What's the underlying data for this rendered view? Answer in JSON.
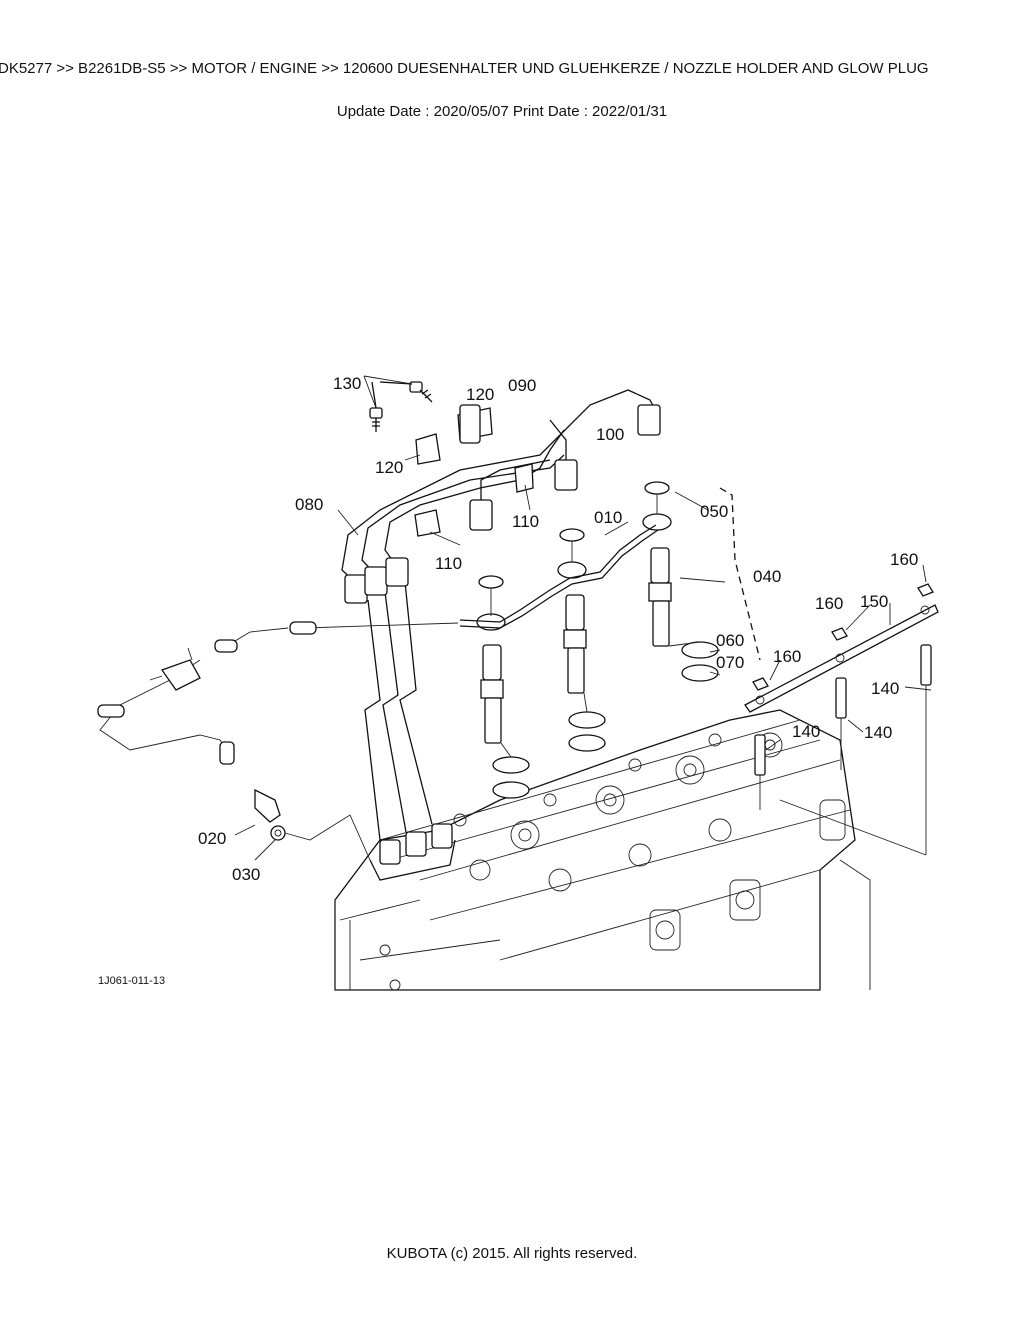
{
  "header": {
    "title": "DK5277 >> B2261DB-S5 >> MOTOR / ENGINE >> 120600   DUESENHALTER UND GLUEHKERZE / NOZZLE HOLDER AND GLOW PLUG",
    "dates": "Update Date : 2020/05/07   Print Date : 2022/01/31"
  },
  "diagram": {
    "callouts": {
      "c130": "130",
      "c120a": "120",
      "c090": "090",
      "c100": "100",
      "c120b": "120",
      "c080": "080",
      "c110a": "110",
      "c110b": "110",
      "c010": "010",
      "c050": "050",
      "c040": "040",
      "c160a": "160",
      "c160b": "160",
      "c150": "150",
      "c160c": "160",
      "c060": "060",
      "c070": "070",
      "c140a": "140",
      "c140b": "140",
      "c140c": "140",
      "c020": "020",
      "c030": "030"
    },
    "drawing_code": "1J061-011-13"
  },
  "footer": {
    "copyright": "KUBOTA (c) 2015. All rights reserved."
  }
}
